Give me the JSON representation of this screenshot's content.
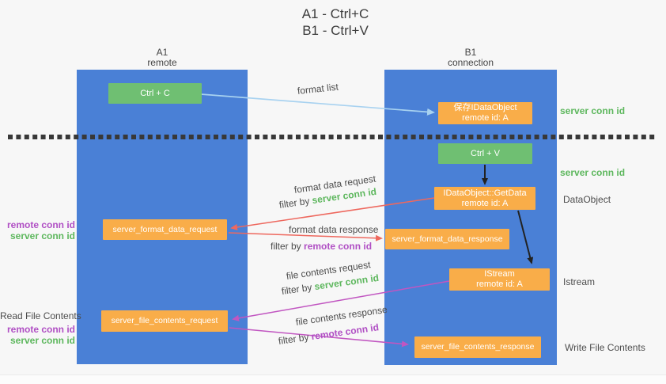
{
  "title": {
    "line1": "A1 - Ctrl+C",
    "line2": "B1 - Ctrl+V"
  },
  "lanes": {
    "a": {
      "name": "A1",
      "subtitle": "remote"
    },
    "b": {
      "name": "B1",
      "subtitle": "connection"
    }
  },
  "nodes": {
    "ctrl_c": {
      "label": "Ctrl + C"
    },
    "save_idataobject": {
      "line1": "保存IDataObject",
      "line2": "remote id: A"
    },
    "ctrl_v": {
      "label": "Ctrl + V"
    },
    "getdata": {
      "line1": "IDataObject::GetData",
      "line2": "remote id: A"
    },
    "format_request": {
      "label": "server_format_data_request"
    },
    "format_response": {
      "label": "server_format_data_response"
    },
    "istream": {
      "line1": "IStream",
      "line2": "remote id: A"
    },
    "file_request": {
      "label": "server_file_contents_request"
    },
    "file_response": {
      "label": "server_file_contents_response"
    }
  },
  "flow_labels": {
    "format_list": "format list",
    "format_data_request": "format data request",
    "format_data_response": "format data response",
    "file_contents_request": "file contents request",
    "file_contents_response": "file contents response",
    "filter_by": "filter by",
    "server_conn_id": "server conn id",
    "remote_conn_id": "remote conn id"
  },
  "side_labels": {
    "server_conn_id_top": "server conn id",
    "server_conn_id_mid": "server conn id",
    "dataobject": "DataObject",
    "istream": "Istream",
    "write_file_contents": "Write File Contents",
    "remote_conn_id_format": "remote conn id",
    "server_conn_id_format": "server conn id",
    "read_file_contents": "Read File Contents",
    "remote_conn_id_file": "remote conn id",
    "server_conn_id_file": "server conn id"
  },
  "colors": {
    "lane_blue": "#4a80d6",
    "node_orange": "#f9ad49",
    "node_green": "#6fbf72",
    "arrow_red": "#ee685e",
    "arrow_magenta": "#c156c1",
    "arrow_light_blue": "#a8d2f0",
    "arrow_black": "#222222",
    "text_green": "#5db75d",
    "text_purple": "#b04fc4",
    "text_gray": "#4d4d4d",
    "dotted_line": "#383838",
    "background": "#f7f7f7"
  }
}
